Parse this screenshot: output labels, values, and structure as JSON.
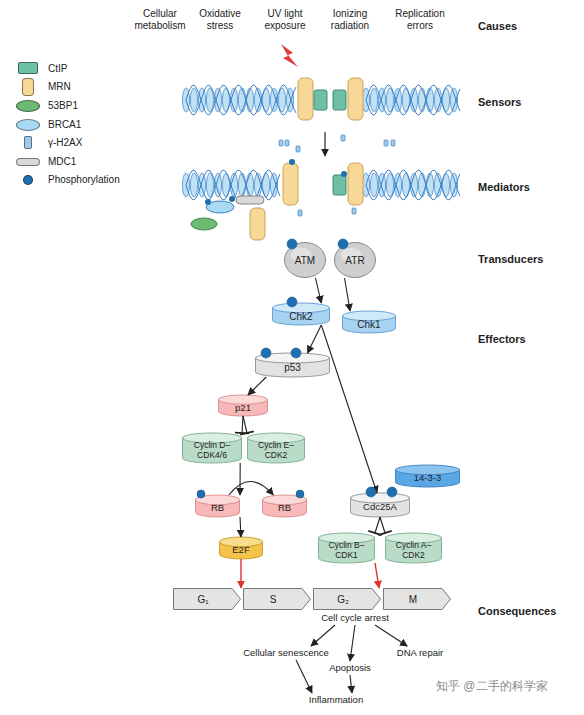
{
  "diagram": {
    "nodes": [
      {
        "text": [
          "ATM"
        ]
      },
      {
        "text": [
          "ATR"
        ]
      },
      {
        "text": [
          "Chk2"
        ]
      },
      {
        "text": [
          "Chk1"
        ]
      },
      {
        "text": [
          "p53"
        ]
      },
      {
        "text": [
          "p21"
        ]
      },
      {
        "text": [
          "Cyclin D–CDK4/6"
        ]
      },
      {
        "text": [
          "Cyclin E–CDK2"
        ]
      },
      {
        "text": [
          "14-3-3"
        ]
      },
      {
        "text": [
          "RB"
        ]
      },
      {
        "text": [
          "RB"
        ]
      },
      {
        "text": [
          "Cdc25A"
        ]
      },
      {
        "text": [
          "E2F"
        ]
      },
      {
        "text": [
          "Cyclin B–CDK1"
        ]
      },
      {
        "text": [
          "Cyclin A–CDK2"
        ]
      },
      {
        "text": [
          "G₁"
        ]
      },
      {
        "text": [
          "S"
        ]
      },
      {
        "text": [
          "G₂"
        ]
      },
      {
        "text": [
          "M"
        ]
      },
      {
        "text": [
          "Cell cycle arrest"
        ]
      },
      {
        "text": [
          "Cellular senescence"
        ]
      },
      {
        "text": [
          "DNA repair"
        ]
      },
      {
        "text": [
          "Apoptosis"
        ]
      },
      {
        "text": [
          "Inflammation"
        ]
      }
    ],
    "edges": [
      {
        "from": 0,
        "to": 2,
        "arrow": "to"
      },
      {
        "from": 1,
        "to": 3,
        "arrow": "to"
      },
      {
        "from": 2,
        "to": 4,
        "arrow": "to"
      },
      {
        "from": 2,
        "to": 11,
        "arrow": "to"
      },
      {
        "from": 4,
        "to": 5,
        "arrow": "to"
      },
      {
        "from": 5,
        "to": 6,
        "arrow": "to"
      },
      {
        "from": 5,
        "to": 7,
        "arrow": "to"
      },
      {
        "from": 6,
        "to": 9,
        "arrow": "to"
      },
      {
        "from": 9,
        "to": 10,
        "arrow": "to"
      },
      {
        "from": 9,
        "to": 12,
        "arrow": "to"
      },
      {
        "from": 12,
        "to": 15,
        "arrow": "to"
      },
      {
        "from": 11,
        "to": 13,
        "arrow": "to"
      },
      {
        "from": 11,
        "to": 14,
        "arrow": "to"
      },
      {
        "from": 13,
        "to": 17,
        "arrow": "to"
      },
      {
        "from": 19,
        "to": 20,
        "arrow": "to"
      },
      {
        "from": 19,
        "to": 22,
        "arrow": "to"
      },
      {
        "from": 19,
        "to": 21,
        "arrow": "to"
      },
      {
        "from": 20,
        "to": 23,
        "arrow": "to"
      },
      {
        "from": 22,
        "to": 23,
        "arrow": "to"
      }
    ],
    "labels": [
      "Cellular metabolism",
      "Oxidative stress",
      "UV light exposure",
      "Ionizing radiation",
      "Replication errors",
      "Causes",
      "Sensors",
      "Mediators",
      "Transducers",
      "Effectors",
      "Consequences",
      "知乎 @二手的科学家"
    ],
    "legend": [
      {
        "text": "CtIP",
        "color": "#6dbfa6"
      },
      {
        "text": "MRN",
        "color": "#f8d896"
      },
      {
        "text": "53BP1",
        "color": "#6cb874"
      },
      {
        "text": "BRCA1",
        "color": "#aad9f2"
      },
      {
        "text": "γ-H2AX",
        "color": "#9fcbea"
      },
      {
        "text": "MDC1",
        "color": "#d9d9d9"
      },
      {
        "text": "Phosphorylation",
        "color": "#1f6fb0"
      }
    ]
  }
}
